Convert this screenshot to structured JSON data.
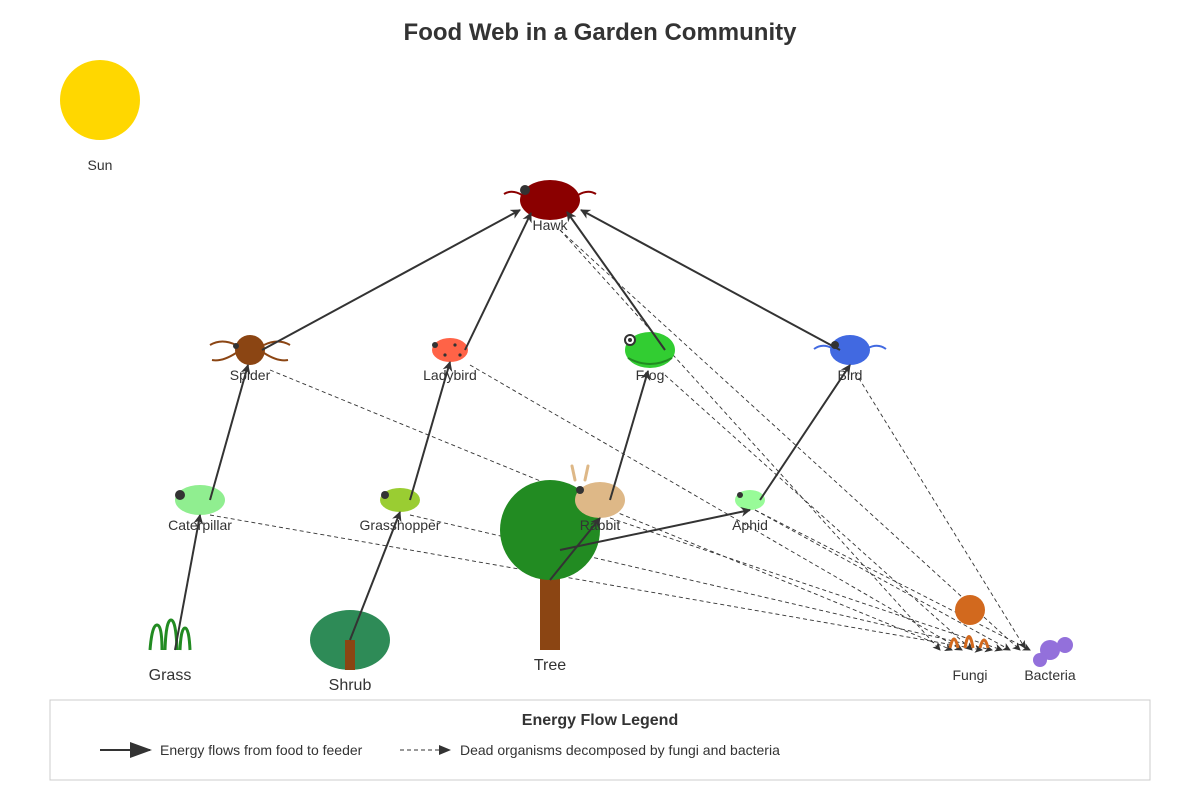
{
  "title": "Food Web in a Garden Community",
  "organisms": {
    "sun": "Sun",
    "hawk": "Hawk",
    "spider": "Spider",
    "ladybird": "Ladybird",
    "frog": "Frog",
    "bird": "Bird",
    "caterpillar": "Caterpillar",
    "grasshopper": "Grasshopper",
    "rabbit": "Rabbit",
    "aphid": "Aphid",
    "grass": "Grass",
    "shrub": "Shrub",
    "tree": "Tree",
    "fungi": "Fungi",
    "bacteria": "Bacteria"
  },
  "feeding_links": [
    [
      "grass",
      "caterpillar"
    ],
    [
      "shrub",
      "grasshopper"
    ],
    [
      "tree",
      "rabbit"
    ],
    [
      "tree",
      "aphid"
    ],
    [
      "caterpillar",
      "spider"
    ],
    [
      "grasshopper",
      "ladybird"
    ],
    [
      "rabbit",
      "frog"
    ],
    [
      "aphid",
      "bird"
    ],
    [
      "spider",
      "hawk"
    ],
    [
      "ladybird",
      "hawk"
    ],
    [
      "frog",
      "hawk"
    ],
    [
      "bird",
      "hawk"
    ]
  ],
  "decomposition_links": [
    [
      "hawk",
      "fungi"
    ],
    [
      "hawk",
      "bacteria"
    ],
    [
      "spider",
      "fungi"
    ],
    [
      "ladybird",
      "fungi"
    ],
    [
      "frog",
      "fungi"
    ],
    [
      "bird",
      "bacteria"
    ],
    [
      "caterpillar",
      "fungi"
    ],
    [
      "grasshopper",
      "fungi"
    ],
    [
      "rabbit",
      "fungi"
    ],
    [
      "aphid",
      "fungi"
    ],
    [
      "aphid",
      "bacteria"
    ]
  ],
  "legend": {
    "title": "Energy Flow Legend",
    "solid": "Energy flows from food to feeder",
    "dashed": "Dead organisms decomposed by fungi and bacteria"
  },
  "colors": {
    "sun": "#FFD700",
    "hawk": "#8B0000",
    "spider": "#8B4513",
    "ladybird": "#FF6347",
    "frog": "#32CD32",
    "bird": "#4169E1",
    "caterpillar": "#90EE90",
    "grasshopper": "#9ACD32",
    "rabbit": "#DEB887",
    "aphid": "#98FB98",
    "grass": "#228B22",
    "shrub": "#2E8B57",
    "tree": "#228B22",
    "trunk": "#8B4513",
    "fungi": "#D2691E",
    "bacteria": "#9370DB",
    "arrow": "#333333"
  }
}
